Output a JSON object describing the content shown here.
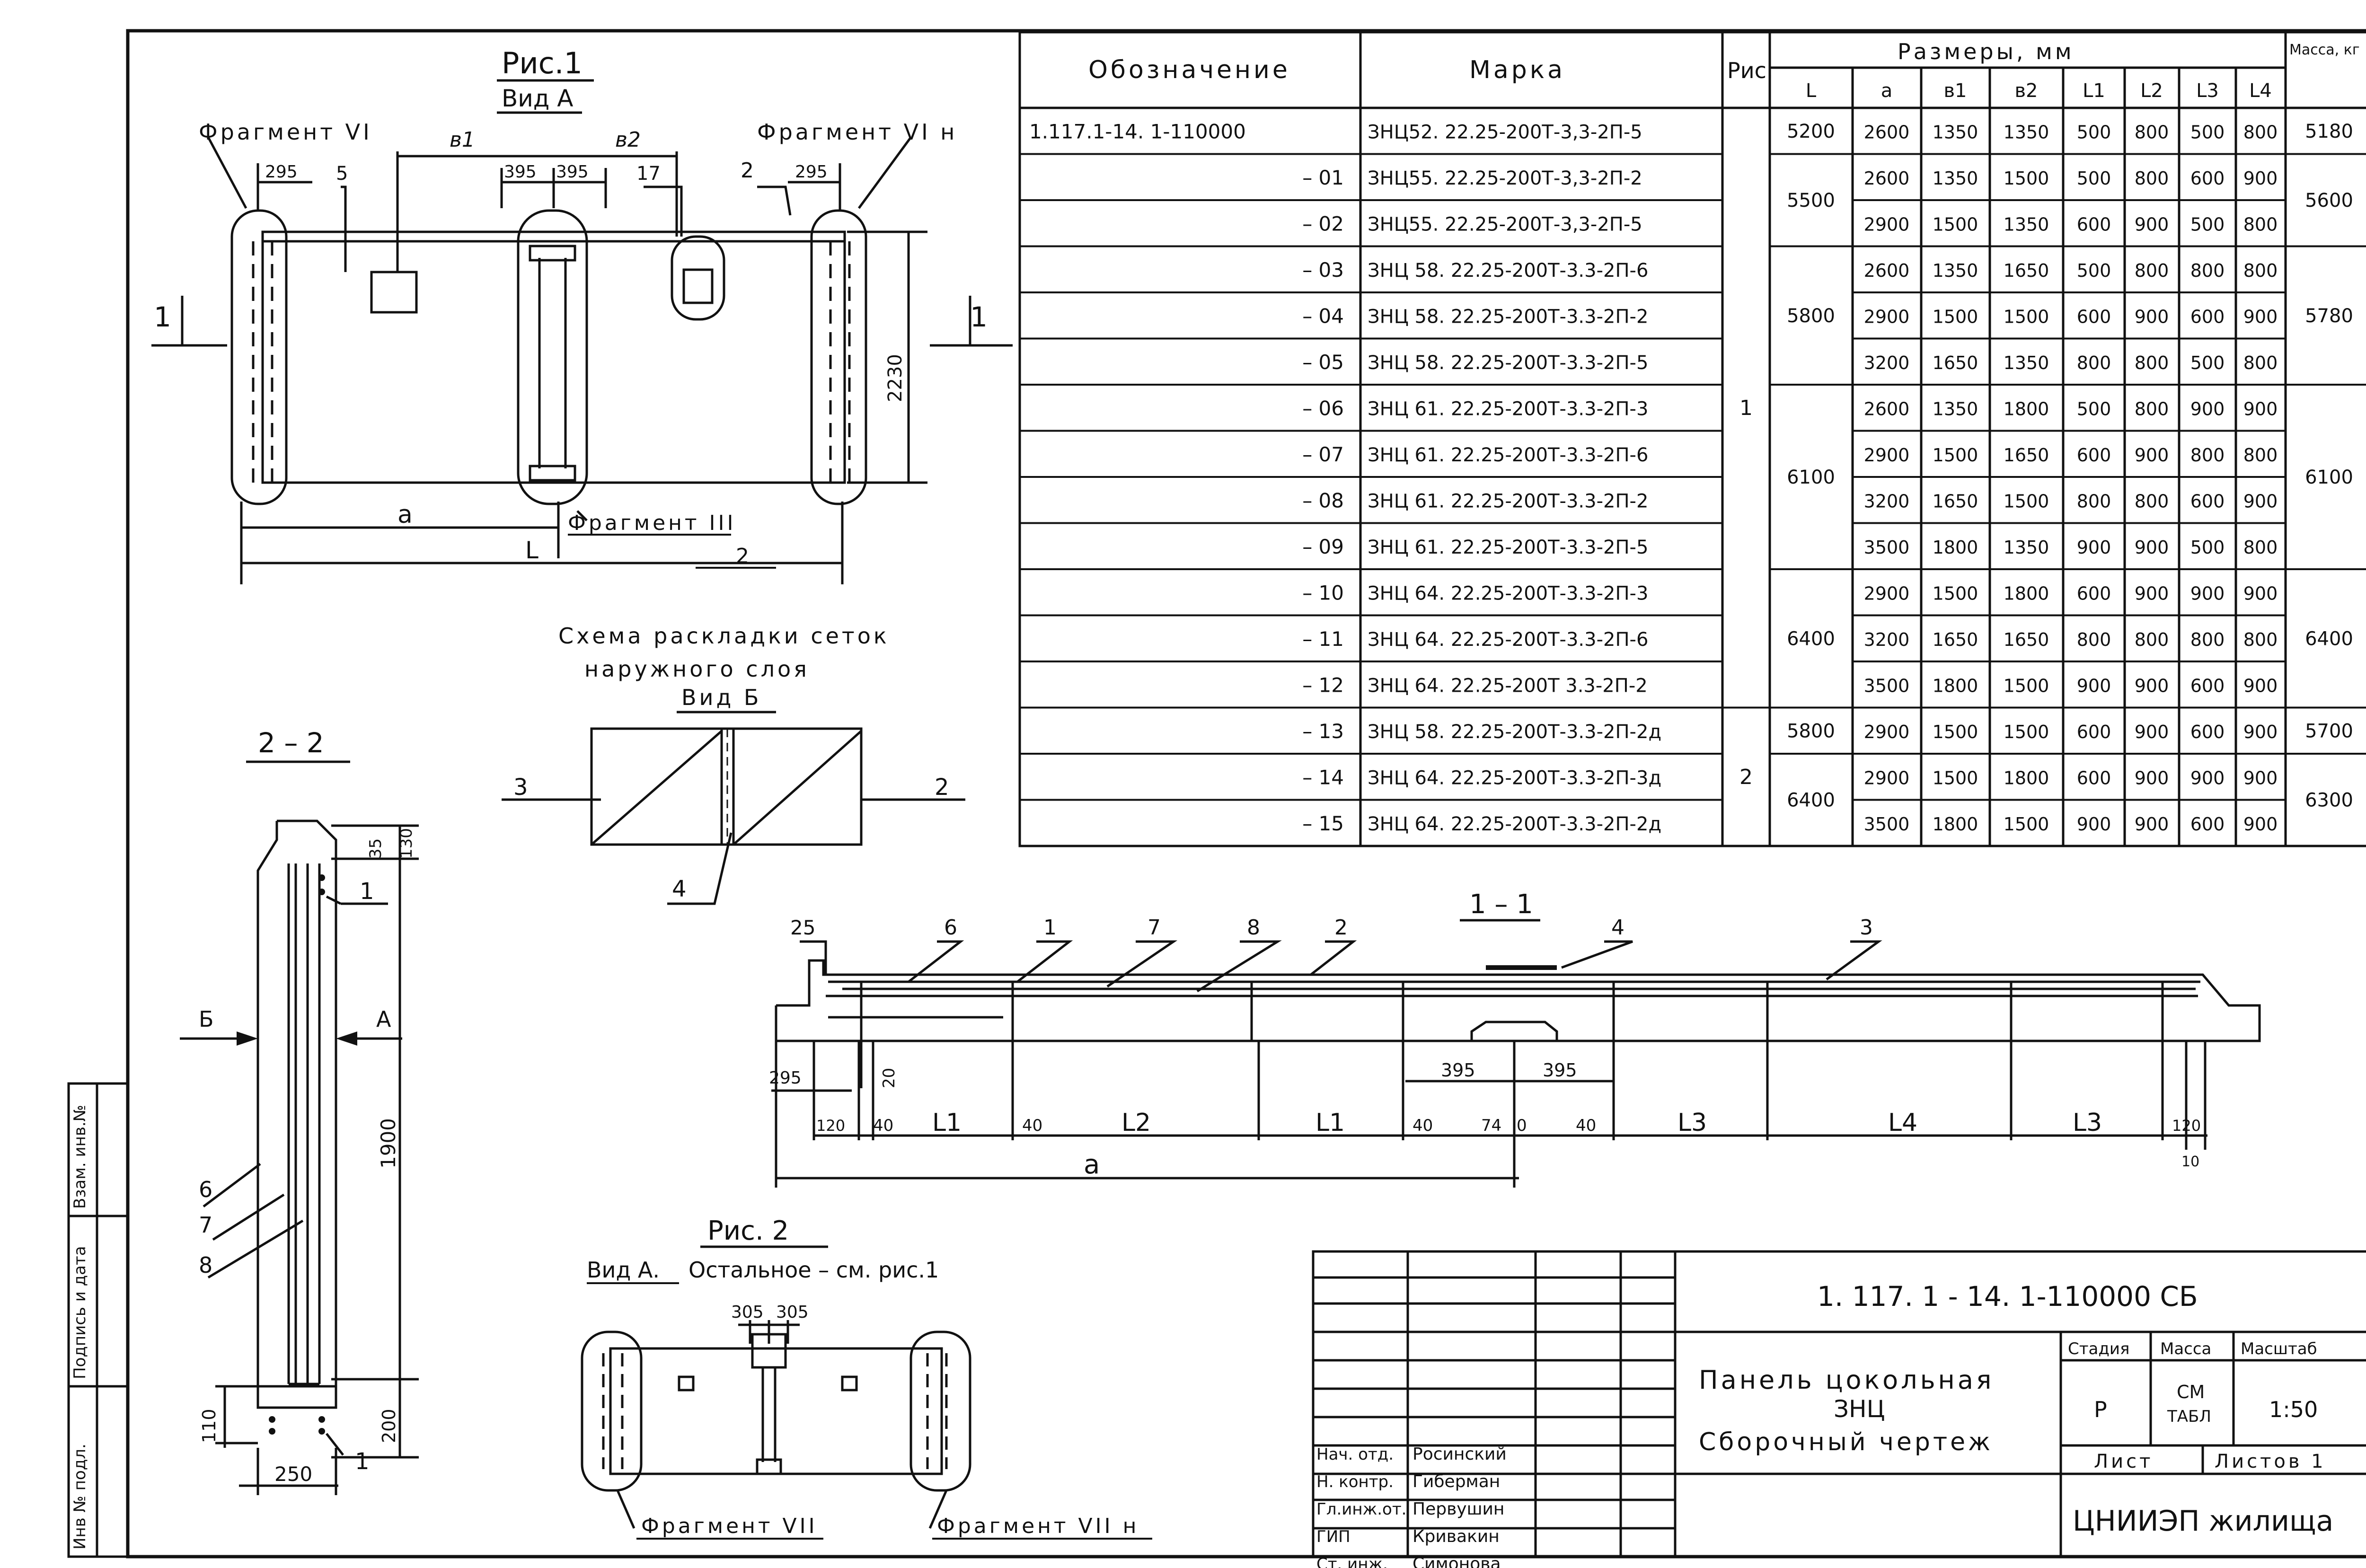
{
  "fig1": {
    "title": "Рис.1",
    "view": "Вид А",
    "fragment_vi": "Фрагмент VI",
    "fragment_vih": "Фрагмент VI н",
    "fragment_iii": "Фрагмент III",
    "dims": {
      "b1": "в1",
      "b2": "в2",
      "d295a": "295",
      "d395a": "395",
      "d395b": "395",
      "d295b": "295",
      "d2230": "2230",
      "a": "а",
      "L": "L",
      "c2": "2"
    },
    "callouts": {
      "c5": "5",
      "c17": "17",
      "c2": "2",
      "c1l": "1",
      "c1r": "1"
    }
  },
  "schema": {
    "title1": "Схема раскладки сеток",
    "title2": "наружного слоя",
    "view": "Вид Б",
    "c3": "3",
    "c2": "2",
    "c4": "4"
  },
  "sec22": {
    "title": "2 – 2",
    "arrow_b": "Б",
    "arrow_a": "А",
    "dims": {
      "d35": "35",
      "d130": "130",
      "d1900": "1900",
      "d110": "110",
      "d200": "200",
      "d250": "250"
    },
    "callouts": {
      "c1a": "1",
      "c1b": "1",
      "c6": "6",
      "c7": "7",
      "c8": "8"
    }
  },
  "sec11": {
    "title": "1 – 1",
    "callouts": {
      "c25": "25",
      "c6": "6",
      "c1": "1",
      "c7": "7",
      "c8": "8",
      "c2": "2",
      "c4": "4",
      "c3": "3"
    },
    "dims": {
      "d295": "295",
      "d20": "20",
      "d395a": "395",
      "d395b": "395",
      "d120a": "120",
      "d40a": "40",
      "L1a": "L1",
      "d40b": "40",
      "L2": "L2",
      "L1b": "L1",
      "d40c": "40",
      "d74": "74",
      "d0": "0",
      "d40d": "40",
      "L3a": "L3",
      "L4": "L4",
      "L3b": "L3",
      "d120b": "120",
      "d10": "10",
      "a": "а"
    }
  },
  "fig2": {
    "title": "Рис. 2",
    "view": "Вид А.",
    "rest": "Остальное – см. рис.1",
    "d305a": "305",
    "d305b": "305",
    "frag_vii": "Фрагмент VII",
    "frag_viih": "Фрагмент VII н"
  },
  "table": {
    "headers": {
      "designation": "Обозначение",
      "mark": "Марка",
      "fig": "Рис.",
      "sizes": "Размеры, мм",
      "mass": "Масса, кг"
    },
    "sub": [
      "L",
      "а",
      "в1",
      "в2",
      "L1",
      "L2",
      "L3",
      "L4"
    ],
    "rows": [
      {
        "d": "1.117.1-14. 1-110000",
        "m": "ЗНЦ52. 22.25-200Т-3,3-2П-5",
        "s": [
          "2600",
          "1350",
          "1350",
          "500",
          "800",
          "500",
          "800"
        ]
      },
      {
        "d": "– 01",
        "m": "ЗНЦ55. 22.25-200Т-3,3-2П-2",
        "s": [
          "2600",
          "1350",
          "1500",
          "500",
          "800",
          "600",
          "900"
        ]
      },
      {
        "d": "– 02",
        "m": "ЗНЦ55. 22.25-200Т-3,3-2П-5",
        "s": [
          "2900",
          "1500",
          "1350",
          "600",
          "900",
          "500",
          "800"
        ]
      },
      {
        "d": "– 03",
        "m": "ЗНЦ 58. 22.25-200Т-3.3-2П-6",
        "s": [
          "2600",
          "1350",
          "1650",
          "500",
          "800",
          "800",
          "800"
        ]
      },
      {
        "d": "– 04",
        "m": "ЗНЦ 58. 22.25-200Т-3.3-2П-2",
        "s": [
          "2900",
          "1500",
          "1500",
          "600",
          "900",
          "600",
          "900"
        ]
      },
      {
        "d": "– 05",
        "m": "ЗНЦ 58. 22.25-200Т-3.3-2П-5",
        "s": [
          "3200",
          "1650",
          "1350",
          "800",
          "800",
          "500",
          "800"
        ]
      },
      {
        "d": "– 06",
        "m": "ЗНЦ 61. 22.25-200Т-3.3-2П-3",
        "s": [
          "2600",
          "1350",
          "1800",
          "500",
          "800",
          "900",
          "900"
        ]
      },
      {
        "d": "– 07",
        "m": "ЗНЦ 61. 22.25-200Т-3.3-2П-6",
        "s": [
          "2900",
          "1500",
          "1650",
          "600",
          "900",
          "800",
          "800"
        ]
      },
      {
        "d": "– 08",
        "m": "ЗНЦ 61. 22.25-200Т-3.3-2П-2",
        "s": [
          "3200",
          "1650",
          "1500",
          "800",
          "800",
          "600",
          "900"
        ]
      },
      {
        "d": "– 09",
        "m": "ЗНЦ 61. 22.25-200Т-3.3-2П-5",
        "s": [
          "3500",
          "1800",
          "1350",
          "900",
          "900",
          "500",
          "800"
        ]
      },
      {
        "d": "– 10",
        "m": "ЗНЦ 64. 22.25-200Т-3.3-2П-3",
        "s": [
          "2900",
          "1500",
          "1800",
          "600",
          "900",
          "900",
          "900"
        ]
      },
      {
        "d": "– 11",
        "m": "ЗНЦ 64. 22.25-200Т-3.3-2П-6",
        "s": [
          "3200",
          "1650",
          "1650",
          "800",
          "800",
          "800",
          "800"
        ]
      },
      {
        "d": "– 12",
        "m": "ЗНЦ 64. 22.25-200Т 3.3-2П-2",
        "s": [
          "3500",
          "1800",
          "1500",
          "900",
          "900",
          "600",
          "900"
        ]
      },
      {
        "d": "– 13",
        "m": "ЗНЦ 58. 22.25-200Т-3.3-2П-2д",
        "s": [
          "2900",
          "1500",
          "1500",
          "600",
          "900",
          "600",
          "900"
        ]
      },
      {
        "d": "– 14",
        "m": "ЗНЦ 64. 22.25-200Т-3.3-2П-3д",
        "s": [
          "2900",
          "1500",
          "1800",
          "600",
          "900",
          "900",
          "900"
        ]
      },
      {
        "d": "– 15",
        "m": "ЗНЦ 64. 22.25-200Т-3.3-2П-2д",
        "s": [
          "3500",
          "1800",
          "1500",
          "900",
          "900",
          "600",
          "900"
        ]
      }
    ],
    "merged": {
      "L": [
        "5200",
        "5500",
        "5800",
        "6100",
        "6400",
        "5800",
        "6400"
      ],
      "mass": [
        "5180",
        "5600",
        "5780",
        "6100",
        "6400",
        "5700",
        "6300"
      ],
      "fig": [
        "1",
        "2"
      ]
    }
  },
  "stamp": {
    "code": "1. 117. 1 - 14. 1-110000 СБ",
    "title1": "Панель цокольная",
    "title2": "ЗНЦ",
    "title3": "Сборочный чертеж",
    "stage_h": "Стадия",
    "mass_h": "Масса",
    "scale_h": "Масштаб",
    "stage": "Р",
    "mass1": "СМ",
    "mass2": "ТАБЛ",
    "scale": "1:50",
    "sheet": "Лист",
    "sheets": "Листов 1",
    "org": "ЦНИИЭП жилища",
    "people": [
      {
        "role": "Нач. отд.",
        "name": "Росинский"
      },
      {
        "role": "Н. контр.",
        "name": "Гиберман"
      },
      {
        "role": "Гл.инж.от.",
        "name": "Первушин"
      },
      {
        "role": "ГИП",
        "name": "Кривакин"
      },
      {
        "role": "Ст. инж.",
        "name": "Симонова"
      }
    ]
  },
  "sidebar": {
    "inv": "Инв № подл.",
    "sign": "Подпись и дата",
    "vzam": "Взам. инв.№"
  }
}
